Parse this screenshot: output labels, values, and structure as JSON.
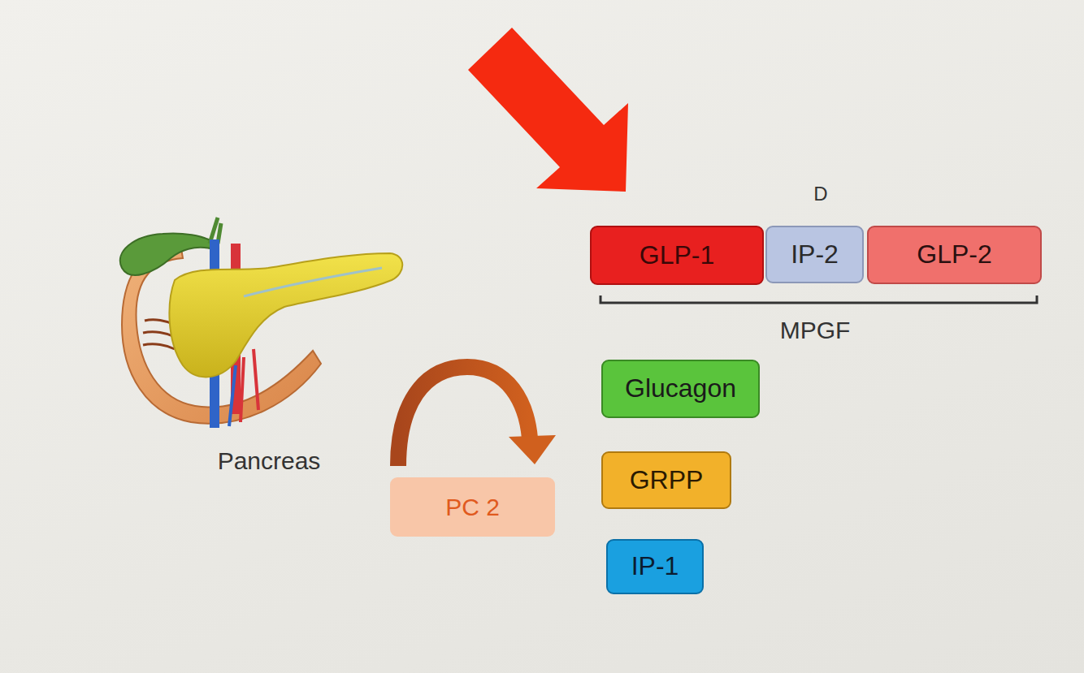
{
  "diagram": {
    "nodes": [
      {
        "text": [
          "GLP-1"
        ]
      },
      {
        "text": [
          "IP-2"
        ]
      },
      {
        "text": [
          "GLP-2"
        ]
      },
      {
        "text": [
          "Glucagon"
        ]
      },
      {
        "text": [
          "GRPP"
        ]
      },
      {
        "text": [
          "PC 2"
        ]
      },
      {
        "text": [
          "IP-1"
        ]
      }
    ],
    "labels": [
      "D",
      "MPGF",
      "Pancreas"
    ]
  }
}
